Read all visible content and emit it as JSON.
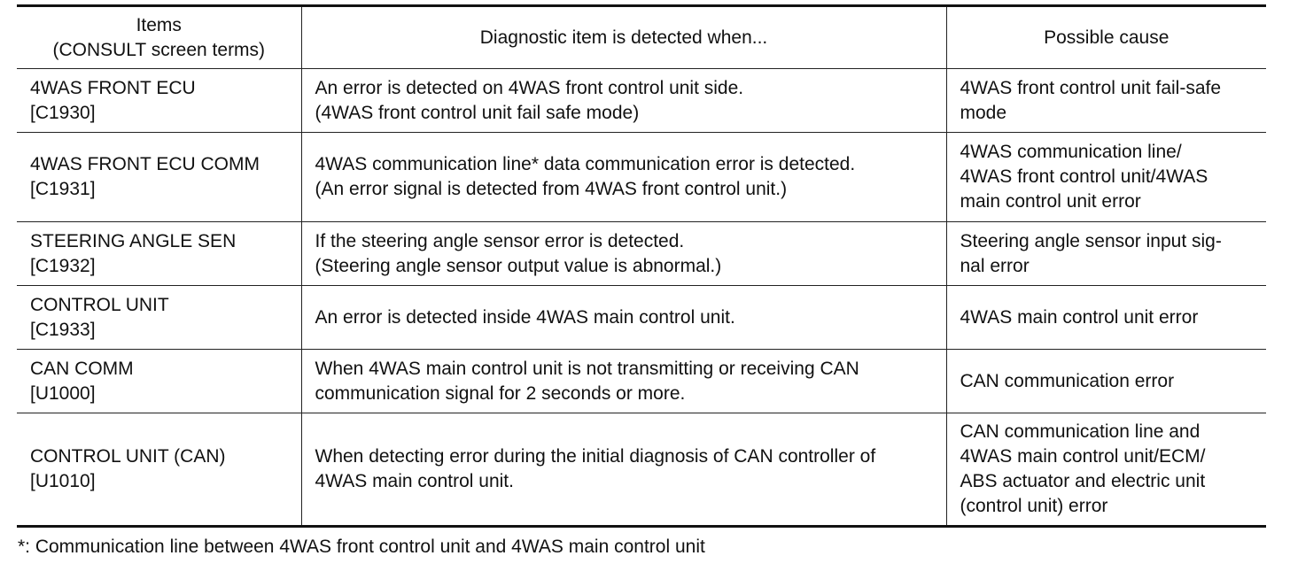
{
  "header": {
    "items_line1": "Items",
    "items_line2": "(CONSULT screen terms)",
    "detected": "Diagnostic item is detected when...",
    "cause": "Possible cause"
  },
  "rows": [
    {
      "item": [
        "4WAS FRONT ECU",
        "[C1930]"
      ],
      "detected": [
        "An error is detected on 4WAS front control unit side.",
        "(4WAS front control unit fail safe mode)"
      ],
      "cause": [
        "4WAS front control unit fail-safe",
        "mode"
      ]
    },
    {
      "item": [
        "4WAS FRONT ECU COMM",
        "[C1931]"
      ],
      "detected": [
        "4WAS communication line* data communication error is detected.",
        "(An error signal is detected from 4WAS front control unit.)"
      ],
      "cause": [
        "4WAS communication line/",
        "4WAS front control unit/4WAS",
        "main control unit error"
      ]
    },
    {
      "item": [
        "STEERING ANGLE SEN",
        "[C1932]"
      ],
      "detected": [
        "If the steering angle sensor error is detected.",
        "(Steering angle sensor output value is abnormal.)"
      ],
      "cause": [
        "Steering angle sensor input sig-",
        "nal error"
      ]
    },
    {
      "item": [
        "CONTROL UNIT",
        "[C1933]"
      ],
      "detected": [
        "An error is detected inside 4WAS main control unit."
      ],
      "cause": [
        "4WAS main control unit error"
      ]
    },
    {
      "item": [
        "CAN COMM",
        "[U1000]"
      ],
      "detected": [
        "When 4WAS main control unit is not transmitting or receiving CAN",
        "communication signal for 2 seconds or more."
      ],
      "cause": [
        "CAN communication error"
      ]
    },
    {
      "item": [
        "CONTROL UNIT (CAN)",
        "[U1010]"
      ],
      "detected": [
        "When detecting error during the initial diagnosis of CAN controller of",
        "4WAS main control unit."
      ],
      "cause": [
        "CAN communication line and",
        "4WAS main control unit/ECM/",
        "ABS actuator and electric unit",
        "(control unit) error"
      ]
    }
  ],
  "footnote": "*: Communication line between 4WAS front control unit and 4WAS main control unit"
}
